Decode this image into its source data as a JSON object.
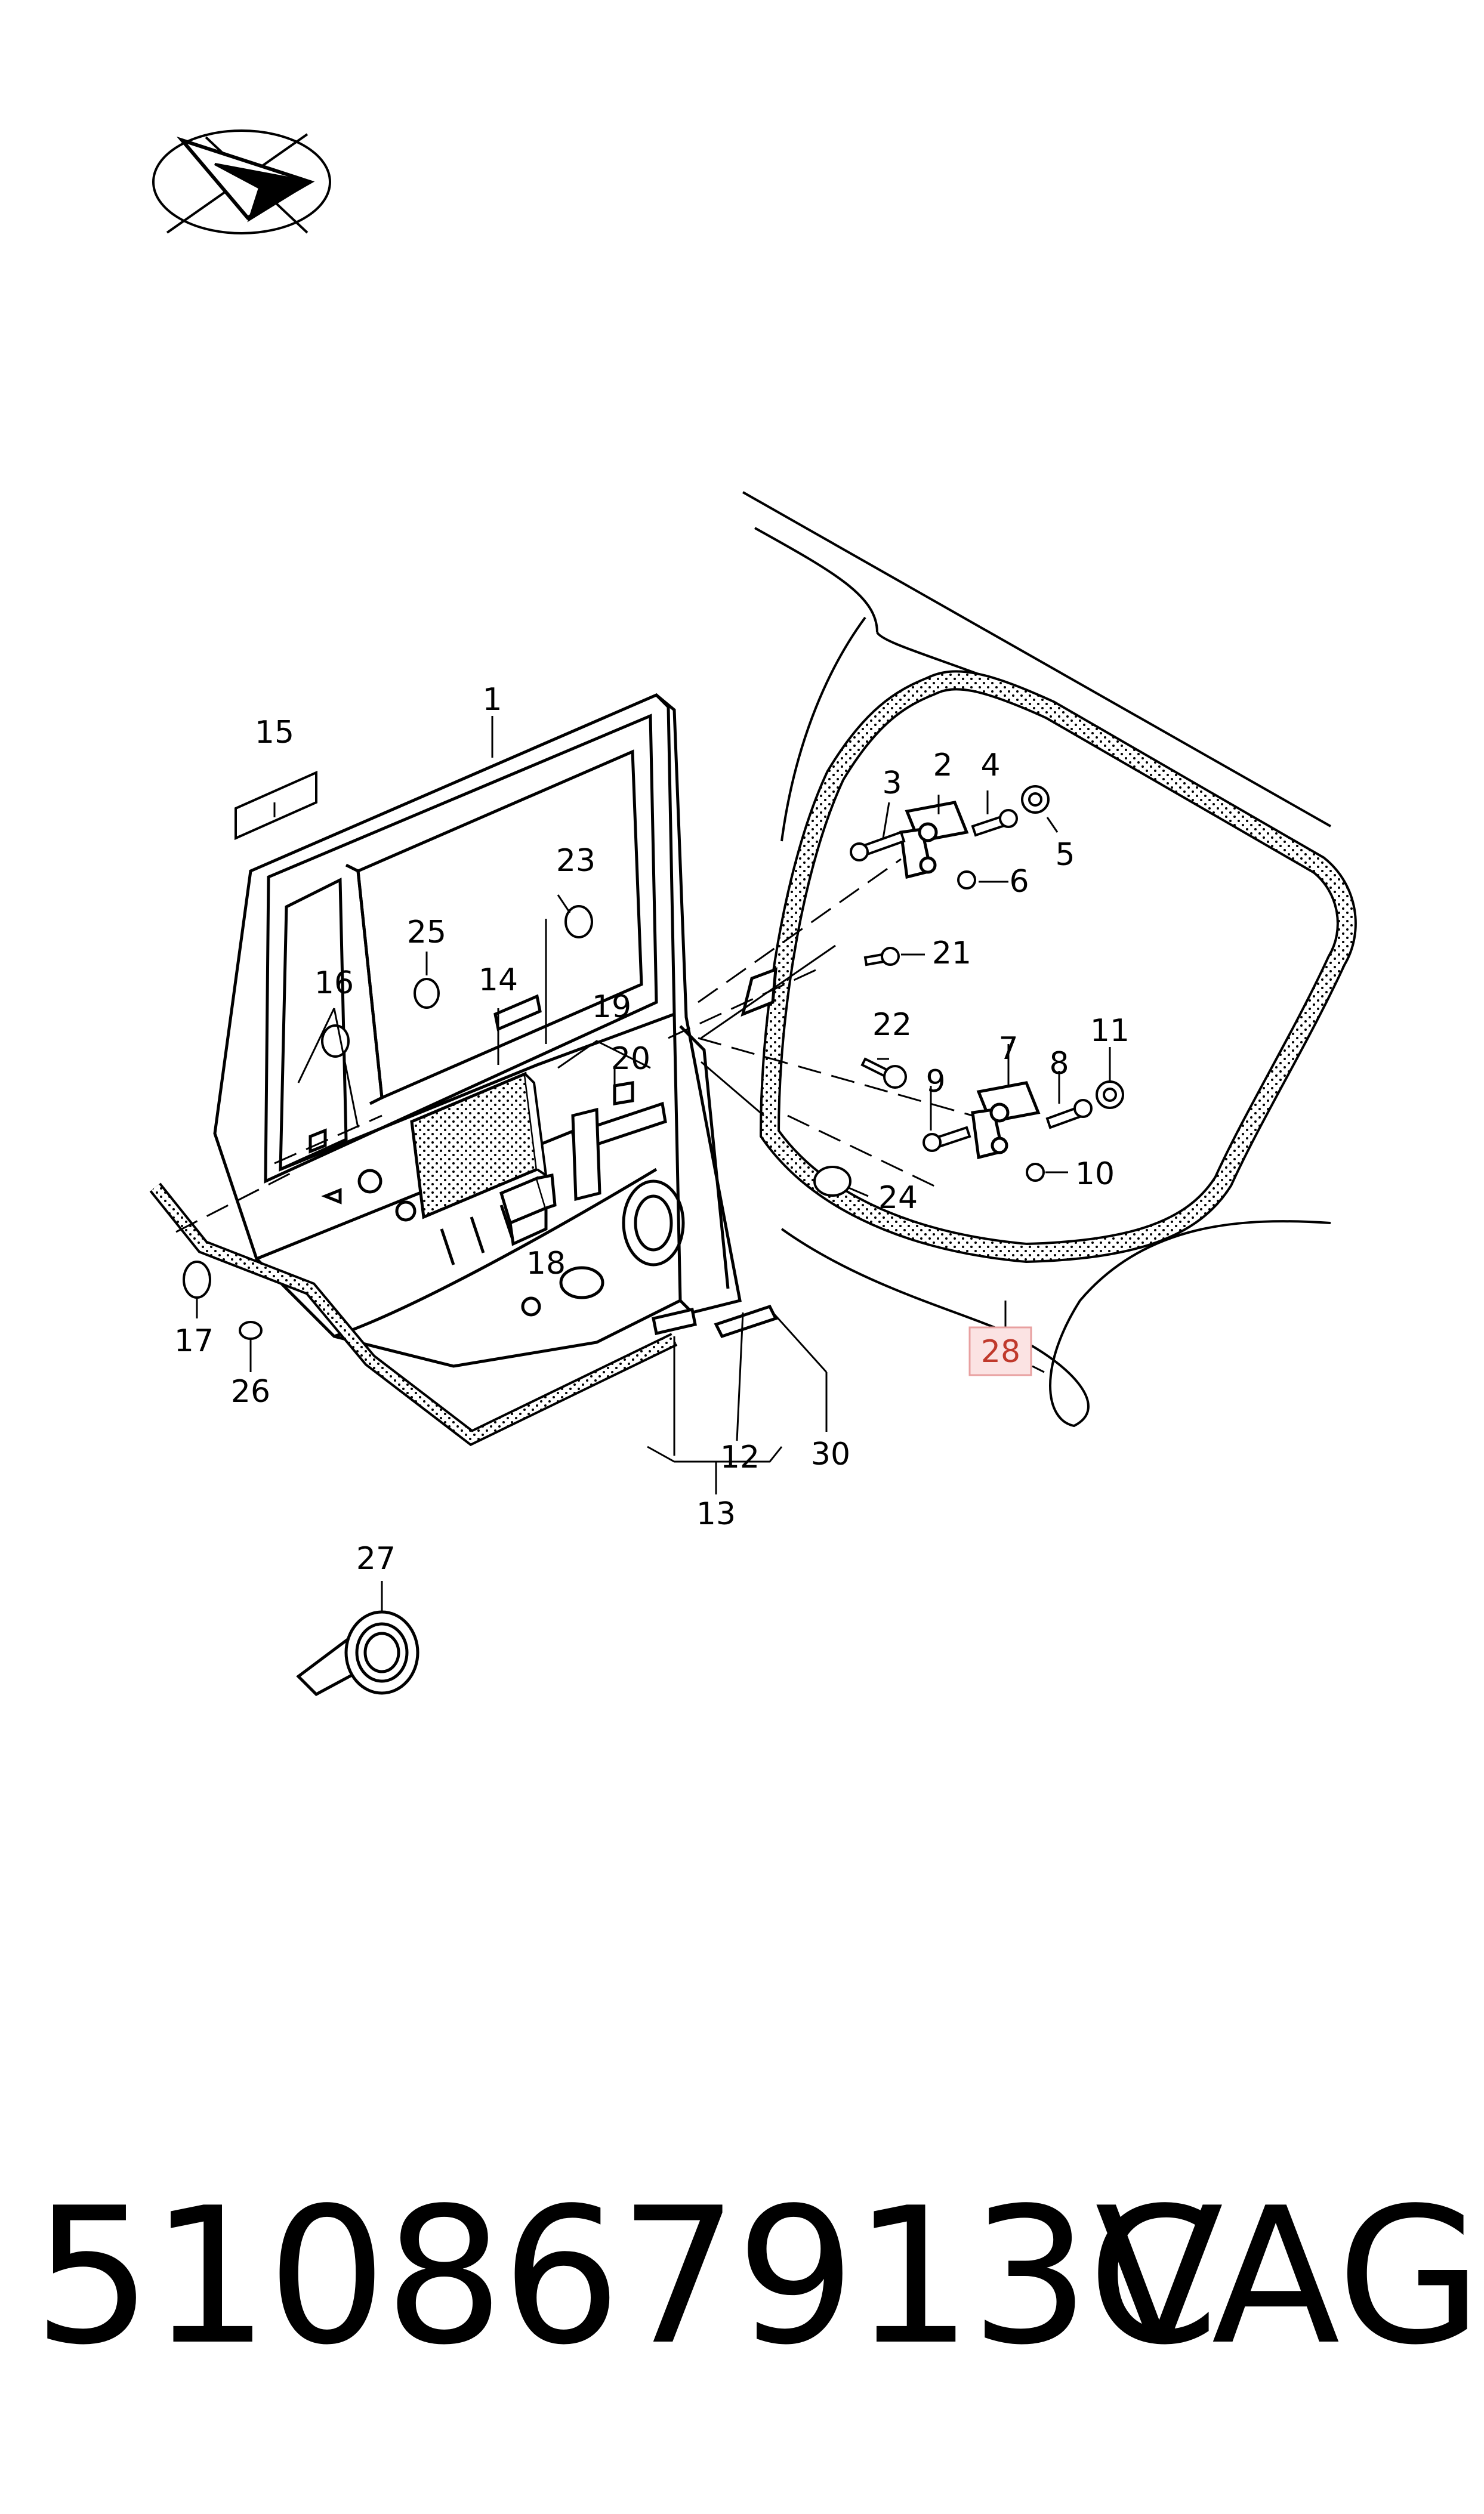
{
  "diagram": {
    "callouts": [
      {
        "id": "c1",
        "label": "1"
      },
      {
        "id": "c2",
        "label": "2"
      },
      {
        "id": "c3",
        "label": "3"
      },
      {
        "id": "c4",
        "label": "4"
      },
      {
        "id": "c5",
        "label": "5"
      },
      {
        "id": "c6",
        "label": "6"
      },
      {
        "id": "c7",
        "label": "7"
      },
      {
        "id": "c8",
        "label": "8"
      },
      {
        "id": "c9",
        "label": "9"
      },
      {
        "id": "c10",
        "label": "10"
      },
      {
        "id": "c11",
        "label": "11"
      },
      {
        "id": "c12",
        "label": "12"
      },
      {
        "id": "c13",
        "label": "13"
      },
      {
        "id": "c14",
        "label": "14"
      },
      {
        "id": "c15",
        "label": "15"
      },
      {
        "id": "c16",
        "label": "16"
      },
      {
        "id": "c17",
        "label": "17"
      },
      {
        "id": "c18",
        "label": "18"
      },
      {
        "id": "c19",
        "label": "19"
      },
      {
        "id": "c20",
        "label": "20"
      },
      {
        "id": "c21",
        "label": "21"
      },
      {
        "id": "c22",
        "label": "22"
      },
      {
        "id": "c23",
        "label": "23"
      },
      {
        "id": "c24",
        "label": "24"
      },
      {
        "id": "c25",
        "label": "25"
      },
      {
        "id": "c26",
        "label": "26"
      },
      {
        "id": "c27",
        "label": "27"
      },
      {
        "id": "c28",
        "label": "28",
        "highlighted": true
      },
      {
        "id": "c30",
        "label": "30"
      }
    ],
    "highlight_color": "#e8a0a0",
    "highlight_fill": "#fbe3e3"
  },
  "footer": {
    "part_number": "510867913C",
    "brand": "VAG"
  }
}
